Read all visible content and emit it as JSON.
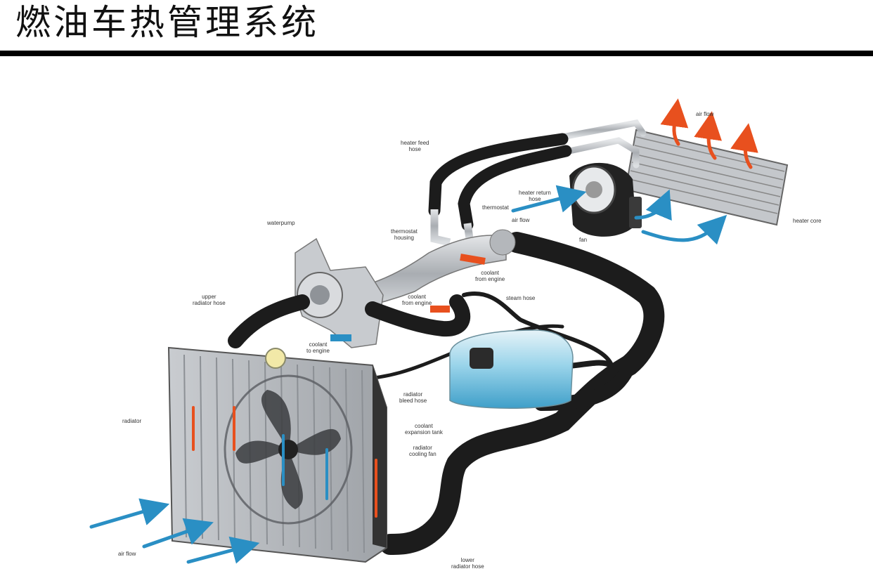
{
  "header": {
    "title": "燃油车热管理系统"
  },
  "diagram": {
    "labels": {
      "heater_feed_hose": "heater feed\nhose",
      "air_flow_top": "air flow",
      "heater_return_hose": "heater return\nhose",
      "thermostat": "thermostat",
      "air_flow_fan": "air flow",
      "fan": "fan",
      "heater_core": "heater core",
      "waterpump": "waterpump",
      "thermostat_housing": "thermostat\nhousing",
      "coolant_from_engine_top": "coolant\nfrom engine",
      "coolant_from_engine_mid": "coolant\nfrom engine",
      "steam_hose": "steam hose",
      "upper_radiator_hose": "upper\nradiator hose",
      "coolant_to_engine": "coolant\nto engine",
      "radiator": "radiator",
      "radiator_bleed_hose": "radiator\nbleed hose",
      "coolant_expansion_tank": "coolant\nexpansion tank",
      "radiator_cooling_fan": "radiator\ncooling fan",
      "air_flow_bottom": "air flow",
      "lower_radiator_hose": "lower\nradiator hose"
    },
    "colors": {
      "hose": "#1c1c1c",
      "metal": "#b9bcc0",
      "coolant_hot": "#e8501e",
      "coolant_cold": "#2a8fc4",
      "tank": "#6fc3e0"
    }
  }
}
